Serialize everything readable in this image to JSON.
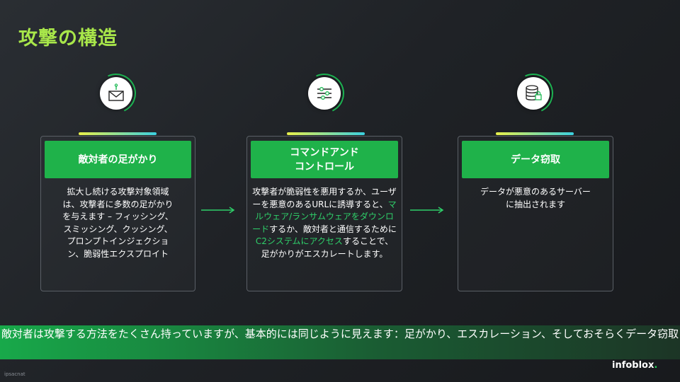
{
  "slide": {
    "title": "攻撃の構造",
    "steps": [
      {
        "icon": "mail-icon",
        "heading": "敵対者の足がかり",
        "body": "拡大し続ける攻撃対象領域は、攻撃者に多数の足がかりを与えます – フィッシング、スミッシング、クッシング、プロンプトインジェクション、脆弱性エクスプロイト"
      },
      {
        "icon": "sliders-icon",
        "heading": "コマンドアンド\nコントロール",
        "body_pre": "攻撃者が脆弱性を悪用するか、ユーザーを悪意のあるURLに誘導すると、",
        "body_hl1": "マルウェア/ランサムウェアをダウンロード",
        "body_mid": "するか、敵対者と通信するために",
        "body_hl2": "C2システムにアクセス",
        "body_post": "することで、足がかりがエスカレートします。"
      },
      {
        "icon": "database-lock-icon",
        "heading": "データ窃取",
        "body": "データが悪意のあるサーバーに抽出されます"
      }
    ],
    "banner": "敵対者は攻撃する方法をたくさん持っていますが、基本的には同じように見えます：足がかり、エスカレーション、そしておそらくデータ窃取",
    "footer_note": "ipsacnat",
    "logo_text": "infoblox",
    "logo_dot": "."
  },
  "colors": {
    "title": "#a8e64a",
    "card_header": "#1fb24a",
    "highlight": "#2fd06a",
    "arrow": "#2fd06a"
  }
}
